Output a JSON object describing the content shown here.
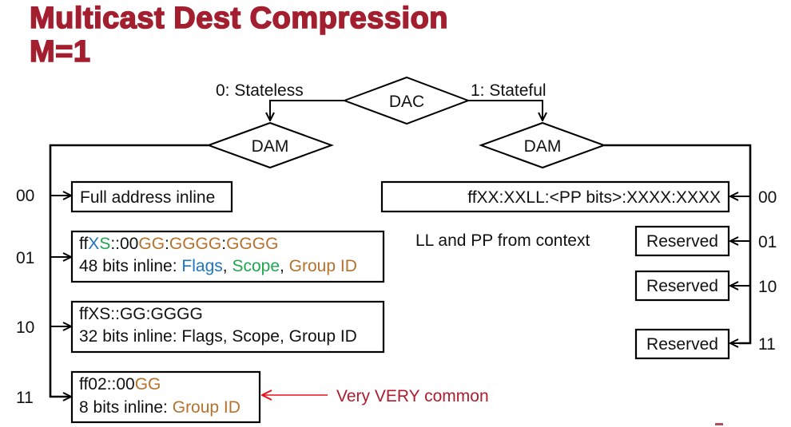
{
  "title": {
    "line1": "Multicast Dest Compression",
    "line2": "M=1"
  },
  "colors": {
    "title": "#a31f2f",
    "flags": "#1f74c0",
    "scope": "#1fa64f",
    "group_id": "#b5722d",
    "callout_text": "#b01c2e",
    "callout_arrow": "#e8111c"
  },
  "root": {
    "label": "DAC",
    "left_branch": "0: Stateless",
    "right_branch": "1: Stateful"
  },
  "stateless": {
    "decision": "DAM",
    "options": [
      {
        "code": "00",
        "line1": [
          {
            "text": "Full address inline",
            "role": "plain"
          }
        ]
      },
      {
        "code": "01",
        "line1": [
          {
            "text": "ff",
            "role": "plain"
          },
          {
            "text": "X",
            "role": "flags"
          },
          {
            "text": "S",
            "role": "scope"
          },
          {
            "text": "::00",
            "role": "plain"
          },
          {
            "text": "GG",
            "role": "group"
          },
          {
            "text": ":",
            "role": "plain"
          },
          {
            "text": "GGGG",
            "role": "group"
          },
          {
            "text": ":",
            "role": "plain"
          },
          {
            "text": "GGGG",
            "role": "group"
          }
        ],
        "line2": [
          {
            "text": "48 bits inline: ",
            "role": "plain"
          },
          {
            "text": "Flags",
            "role": "flags"
          },
          {
            "text": ", ",
            "role": "plain"
          },
          {
            "text": "Scope",
            "role": "scope"
          },
          {
            "text": ", ",
            "role": "plain"
          },
          {
            "text": "Group ID",
            "role": "group"
          }
        ]
      },
      {
        "code": "10",
        "line1": [
          {
            "text": "ffXS::GG:GGGG",
            "role": "plain"
          }
        ],
        "line2": [
          {
            "text": "32 bits inline: Flags, Scope, Group ID",
            "role": "plain"
          }
        ]
      },
      {
        "code": "11",
        "line1": [
          {
            "text": "ff02::00",
            "role": "plain"
          },
          {
            "text": "GG",
            "role": "group"
          }
        ],
        "line2": [
          {
            "text": "8 bits inline: ",
            "role": "plain"
          },
          {
            "text": "Group ID",
            "role": "group"
          }
        ]
      }
    ],
    "callout": "Very VERY common"
  },
  "stateful": {
    "decision": "DAM",
    "options": [
      {
        "code": "00",
        "label": "ffXX:XXLL:<PP bits>:XXXX:XXXX"
      },
      {
        "code": "01",
        "label": "Reserved"
      },
      {
        "code": "10",
        "label": "Reserved"
      },
      {
        "code": "11",
        "label": "Reserved"
      }
    ],
    "note": "LL and PP from context"
  }
}
